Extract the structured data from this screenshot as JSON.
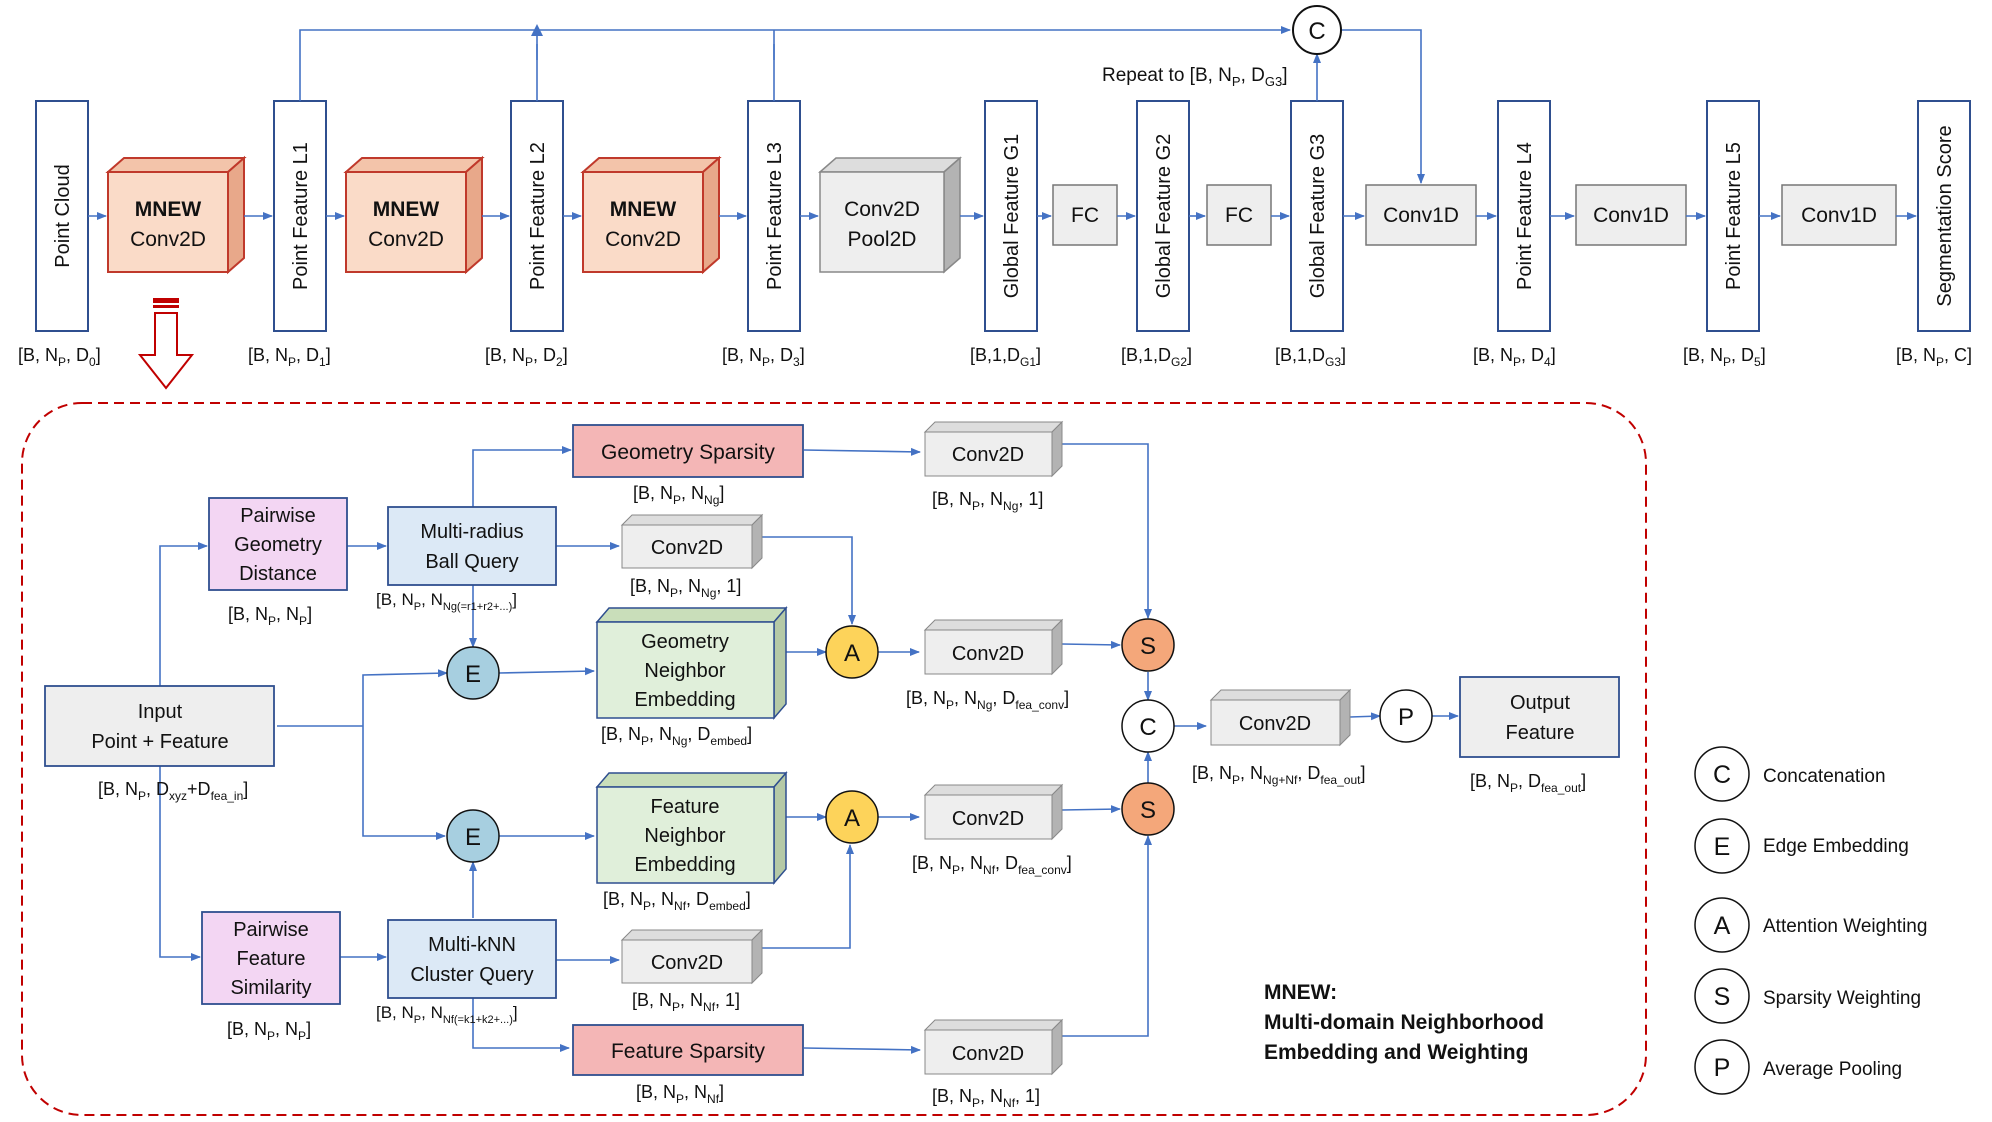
{
  "top": {
    "point_cloud": "Point Cloud",
    "mnew1_a": "MNEW",
    "mnew1_b": "Conv2D",
    "mnew2_a": "MNEW",
    "mnew2_b": "Conv2D",
    "mnew3_a": "MNEW",
    "mnew3_b": "Conv2D",
    "pf_l1": "Point Feature L1",
    "pf_l2": "Point Feature L2",
    "pf_l3": "Point Feature L3",
    "conv_pool_a": "Conv2D",
    "conv_pool_b": "Pool2D",
    "gf_g1": "Global Feature G1",
    "fc1": "FC",
    "gf_g2": "Global Feature G2",
    "fc2": "FC",
    "gf_g3": "Global Feature G3",
    "conv1d_1": "Conv1D",
    "pf_l4": "Point Feature L4",
    "conv1d_2": "Conv1D",
    "pf_l5": "Point Feature L5",
    "conv1d_3": "Conv1D",
    "seg_score": "Segmentation Score",
    "concat_c": "C",
    "repeat_pre": "Repeat to [B, N",
    "repeat_mid": ", D",
    "repeat_post": "]",
    "dims": {
      "d0": "[B, N, D0]",
      "d1": "[B, N, D1]",
      "d2": "[B, N, D2]",
      "d3": "[B, N, D3]",
      "g1": "[B,1,DG1]",
      "g2": "[B,1,DG2]",
      "g3": "[B,1,DG3]",
      "d4": "[B, N, D4]",
      "d5": "[B, N, D5]",
      "c": "[B, N, C]"
    }
  },
  "detail": {
    "geometry_sparsity": "Geometry Sparsity",
    "pairwise_geo_a": "Pairwise",
    "pairwise_geo_b": "Geometry",
    "pairwise_geo_c": "Distance",
    "multi_radius_a": "Multi-radius",
    "multi_radius_b": "Ball Query",
    "conv2d": "Conv2D",
    "geo_embed_a": "Geometry",
    "geo_embed_b": "Neighbor",
    "geo_embed_c": "Embedding",
    "input_a": "Input",
    "input_b": "Point + Feature",
    "feat_embed_a": "Feature",
    "feat_embed_b": "Neighbor",
    "feat_embed_c": "Embedding",
    "pairwise_feat_a": "Pairwise",
    "pairwise_feat_b": "Feature",
    "pairwise_feat_c": "Similarity",
    "multi_knn_a": "Multi-kNN",
    "multi_knn_b": "Cluster Query",
    "feature_sparsity": "Feature Sparsity",
    "output_a": "Output",
    "output_b": "Feature",
    "op_e": "E",
    "op_a": "A",
    "op_s": "S",
    "op_c": "C",
    "op_p": "P",
    "title_a": "MNEW:",
    "title_b": "Multi-domain Neighborhood",
    "title_c": "Embedding and Weighting"
  },
  "legend": [
    {
      "symbol": "C",
      "label": "Concatenation"
    },
    {
      "symbol": "E",
      "label": "Edge Embedding"
    },
    {
      "symbol": "A",
      "label": "Attention Weighting"
    },
    {
      "symbol": "S",
      "label": "Sparsity Weighting"
    },
    {
      "symbol": "P",
      "label": "Average Pooling"
    }
  ],
  "colors": {
    "mnew_fill": "#fadbc8",
    "mnew_edge": "#c0392b",
    "blue_edge": "#2f4f8f",
    "arrow": "#4472c4",
    "gray_fill": "#eeeeee",
    "gray_side": "#b3b3b3",
    "pink_fill": "#f3d6f3",
    "light_blue": "#dce9f6",
    "green_fill": "#e0efda",
    "sparsity_fill": "#f4b6b6",
    "op_e": "#a7cfe0",
    "op_a": "#fdd35a",
    "op_s": "#f4a77a"
  }
}
